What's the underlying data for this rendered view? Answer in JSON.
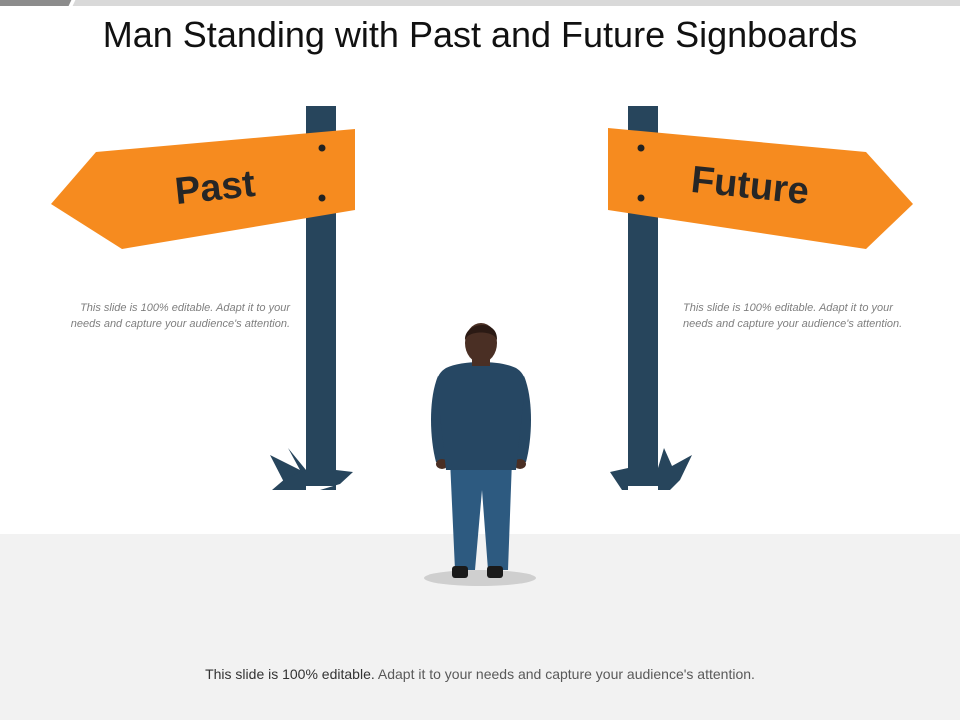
{
  "title": "Man Standing with Past and Future Signboards",
  "signs": {
    "past": {
      "label": "Past",
      "description": "This slide is 100% editable. Adapt it to your needs and capture your audience's attention."
    },
    "future": {
      "label": "Future",
      "description": "This slide is 100% editable. Adapt it to your needs and capture your audience's attention."
    }
  },
  "footer": {
    "lead": "This slide is 100% editable.",
    "rest": " Adapt it to your needs and capture your audience's attention."
  },
  "colors": {
    "sign": "#f68b1f",
    "post": "#27455c",
    "shirt": "#264763",
    "pants": "#2d5a80",
    "skin": "#4a2f24",
    "floor": "#f2f2f2"
  }
}
